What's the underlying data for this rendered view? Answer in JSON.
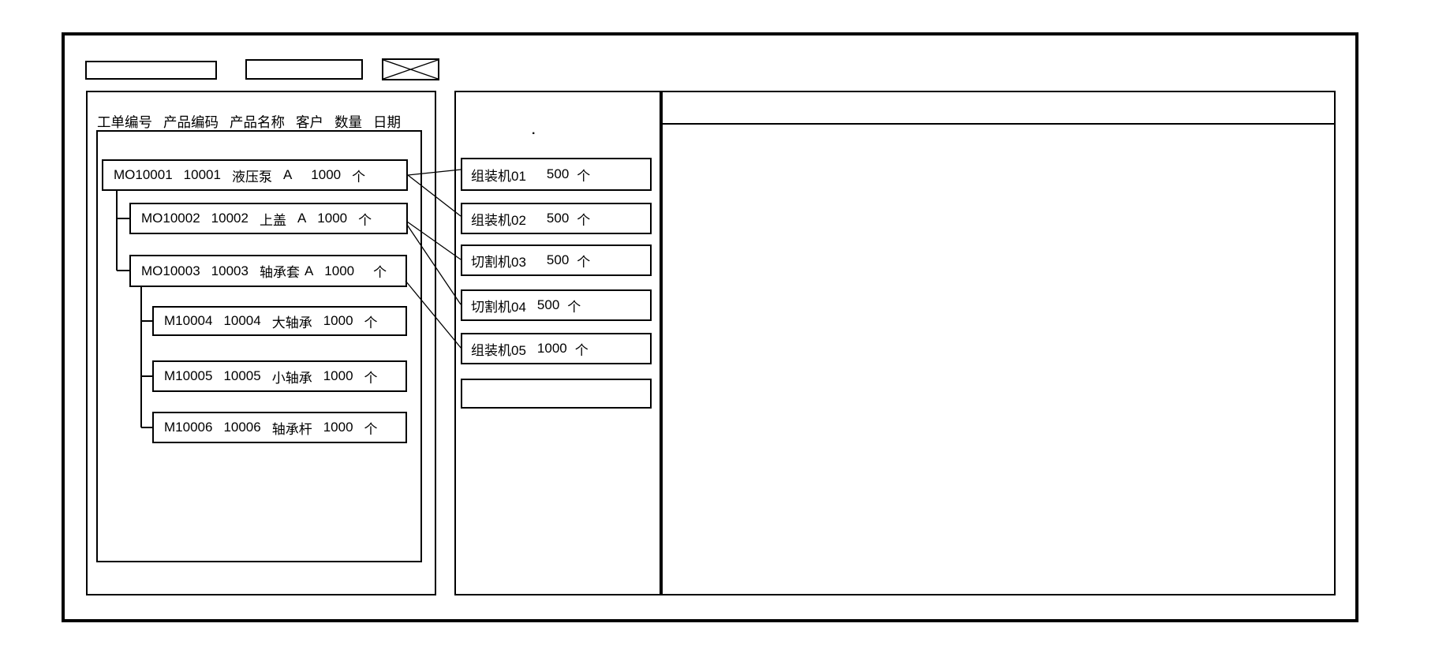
{
  "colors": {
    "line": "#000000",
    "background": "#ffffff",
    "text": "#000000"
  },
  "toolbar": {
    "field_1_value": "",
    "field_2_value": "",
    "crossed_box_icon": "crossed-rectangle-placeholder"
  },
  "left_panel": {
    "columns": [
      "工单编号",
      "产品编码",
      "产品名称",
      "客户",
      "数量",
      "日期"
    ],
    "orders": [
      {
        "order_no": "MO10001",
        "product_code": "10001",
        "product_name": "液压泵",
        "customer": "A",
        "qty": "1000",
        "unit": "个",
        "level": 0
      },
      {
        "order_no": "MO10002",
        "product_code": "10002",
        "product_name": "上盖",
        "customer": "A",
        "qty": "1000",
        "unit": "个",
        "level": 1
      },
      {
        "order_no": "MO10003",
        "product_code": "10003",
        "product_name": "轴承套",
        "customer": "A",
        "qty": "1000",
        "unit": "个",
        "level": 1
      },
      {
        "order_no": "M10004",
        "product_code": "10004",
        "product_name": "大轴承",
        "customer": "",
        "qty": "1000",
        "unit": "个",
        "level": 2
      },
      {
        "order_no": "M10005",
        "product_code": "10005",
        "product_name": "小轴承",
        "customer": "",
        "qty": "1000",
        "unit": "个",
        "level": 2
      },
      {
        "order_no": "M10006",
        "product_code": "10006",
        "product_name": "轴承杆",
        "customer": "",
        "qty": "1000",
        "unit": "个",
        "level": 2
      }
    ]
  },
  "machine_panel": {
    "dot": ".",
    "machines": [
      {
        "name": "组装机01",
        "qty": "500",
        "unit": "个"
      },
      {
        "name": "组装机02",
        "qty": "500",
        "unit": "个"
      },
      {
        "name": "切割机03",
        "qty": "500",
        "unit": "个"
      },
      {
        "name": "切割机04",
        "qty": "500",
        "unit": "个"
      },
      {
        "name": "组装机05",
        "qty": "1000",
        "unit": "个"
      },
      {
        "name": "",
        "qty": "",
        "unit": ""
      }
    ]
  },
  "connections": [
    {
      "from": "MO10001",
      "to": "组装机01"
    },
    {
      "from": "MO10001",
      "to": "组装机02"
    },
    {
      "from": "MO10002",
      "to": "切割机03"
    },
    {
      "from": "MO10002",
      "to": "切割机04"
    },
    {
      "from": "MO10003",
      "to": "组装机05"
    }
  ]
}
